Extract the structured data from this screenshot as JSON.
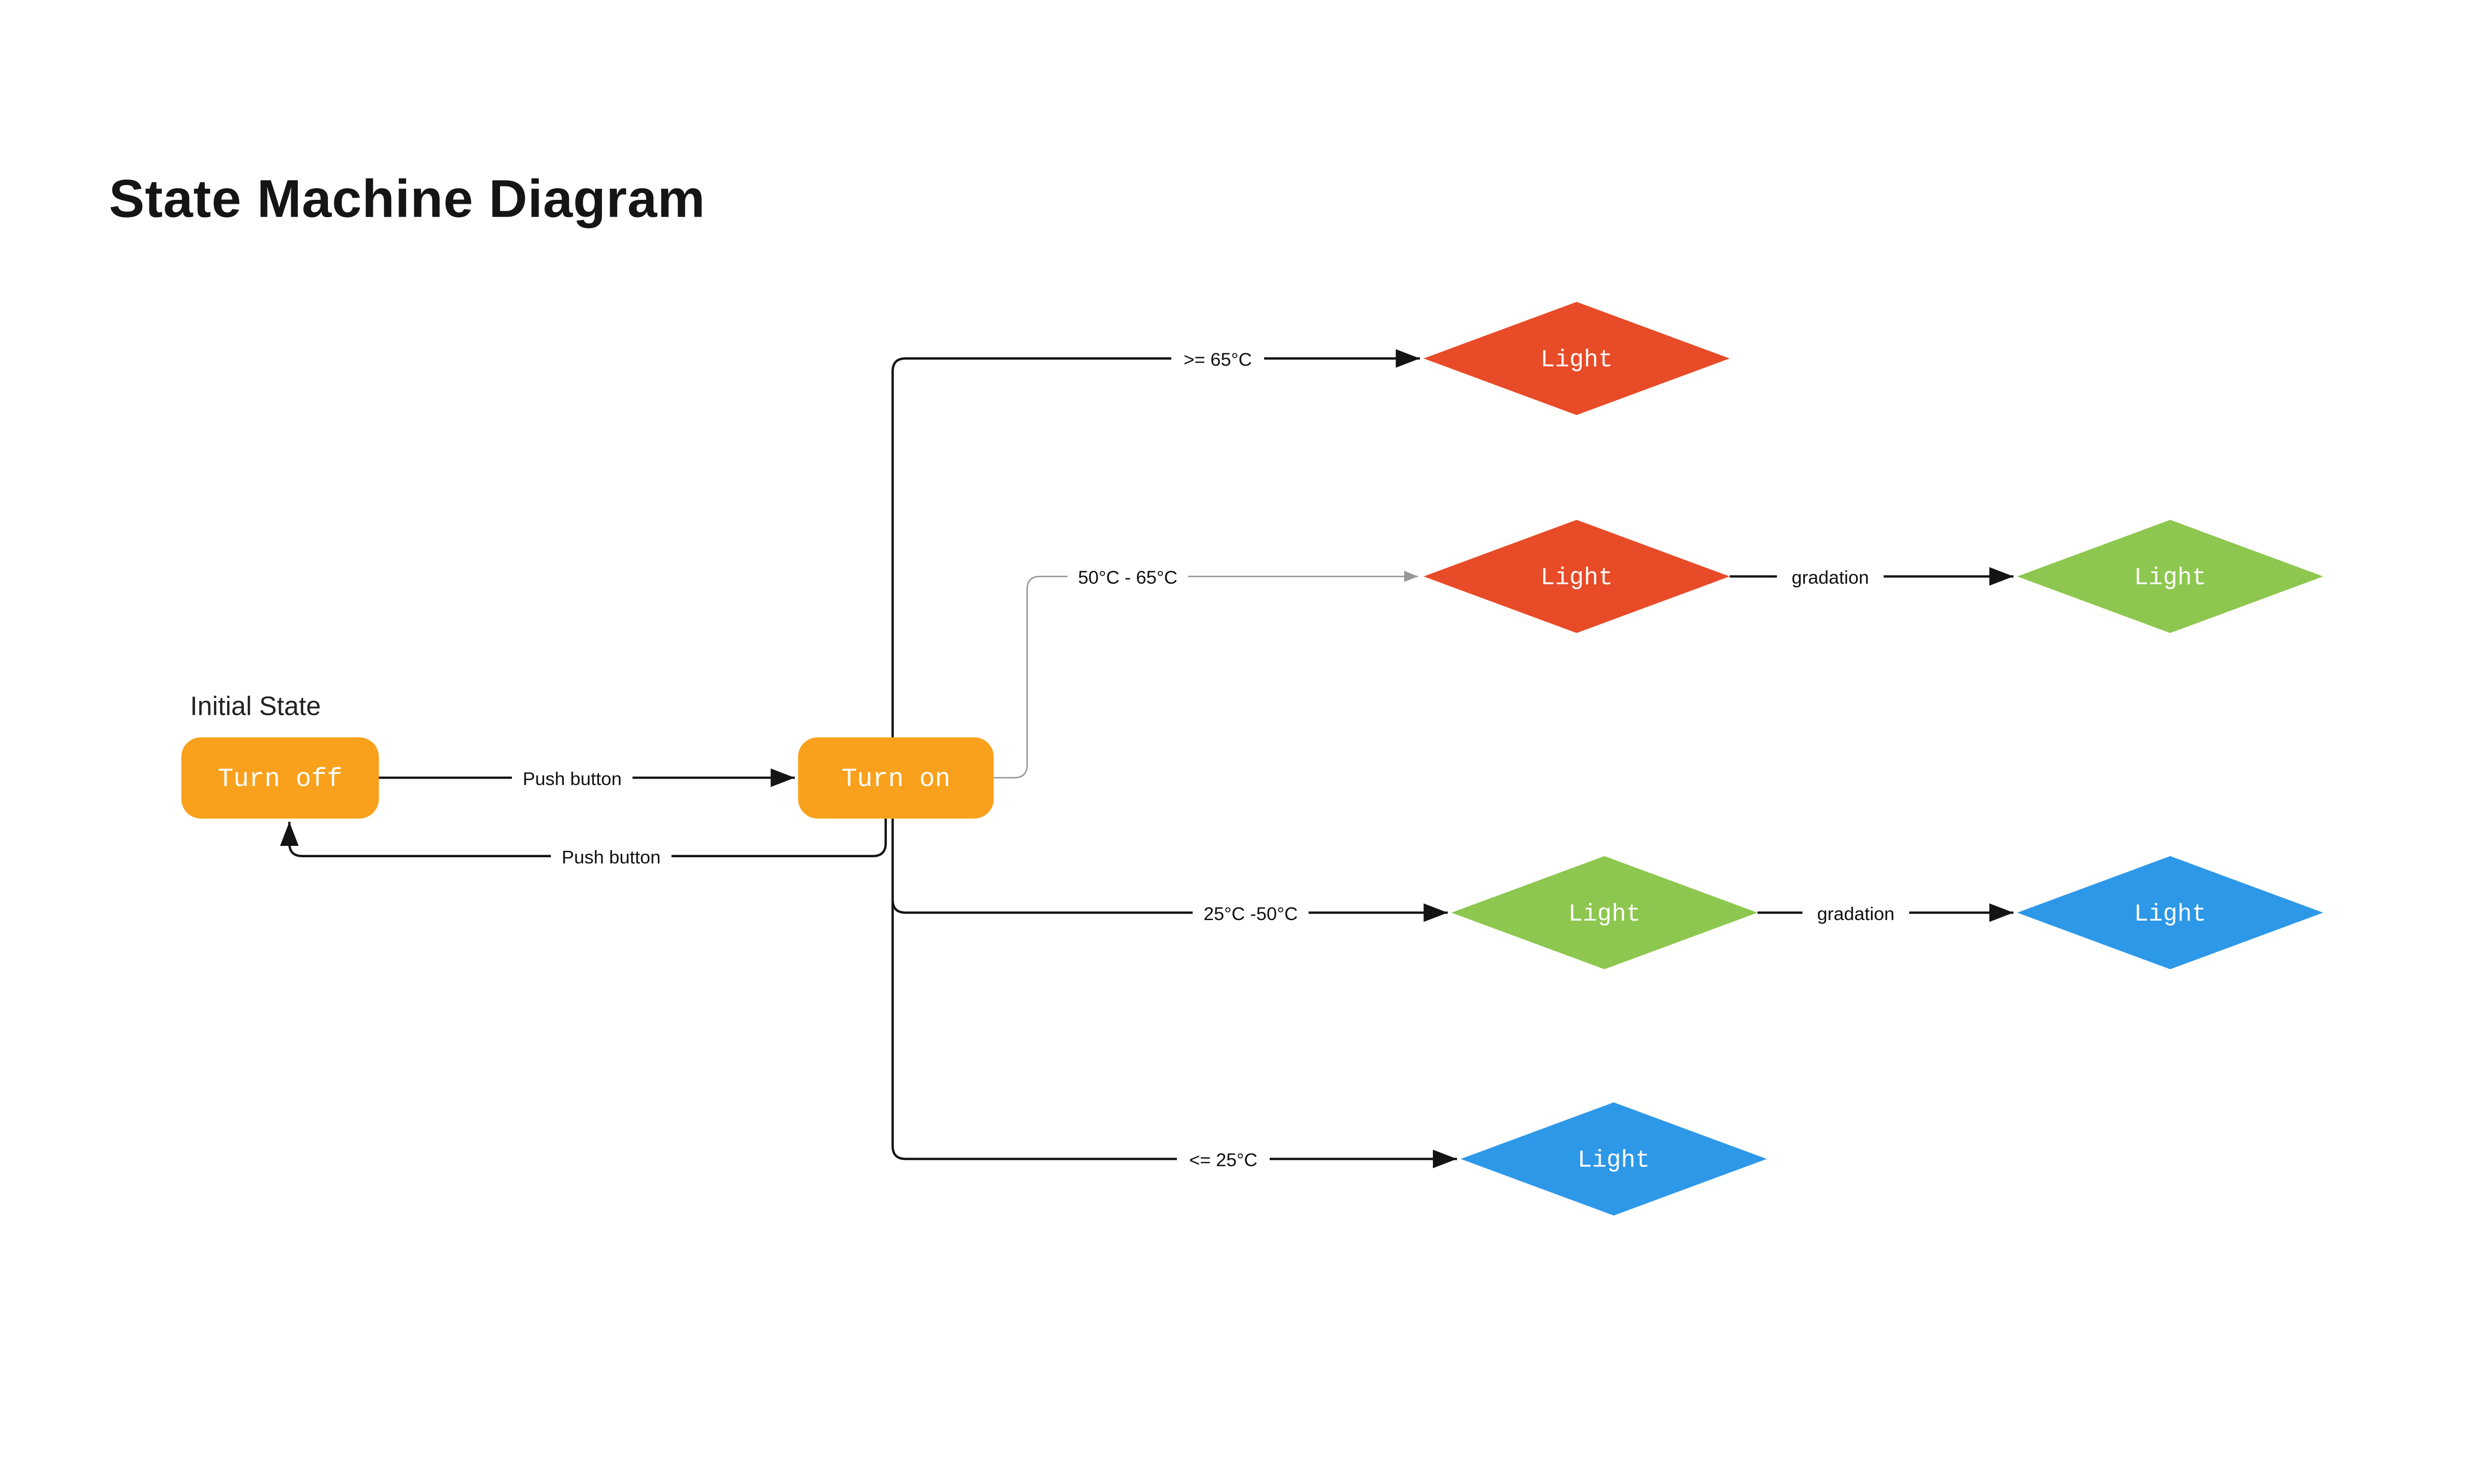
{
  "title": "State Machine Diagram",
  "labels": {
    "initial_state": "Initial State",
    "push_button_top": "Push button",
    "push_button_bottom": "Push button",
    "cond_row1": ">= 65°C",
    "cond_row2": "50°C - 65°C",
    "cond_row3": "25°C -50°C",
    "cond_row4": "<= 25°C",
    "gradation_row2": "gradation",
    "gradation_row3": "gradation"
  },
  "nodes": {
    "turn_off": {
      "label": "Turn off",
      "color": "#F9A11C"
    },
    "turn_on": {
      "label": "Turn on",
      "color": "#F9A11C"
    },
    "light_row1": {
      "label": "Light",
      "color": "#E84B28"
    },
    "light_row2": {
      "label": "Light",
      "color": "#E84B28"
    },
    "light_row2_grad": {
      "label": "Light",
      "color": "#8DC74F"
    },
    "light_row3": {
      "label": "Light",
      "color": "#8DC74F"
    },
    "light_row3_grad": {
      "label": "Light",
      "color": "#2E98E8"
    },
    "light_row4": {
      "label": "Light",
      "color": "#2E98E8"
    }
  },
  "colors": {
    "edge_dark": "#141414",
    "edge_gray": "#979797",
    "background": "#FFFFFF"
  }
}
